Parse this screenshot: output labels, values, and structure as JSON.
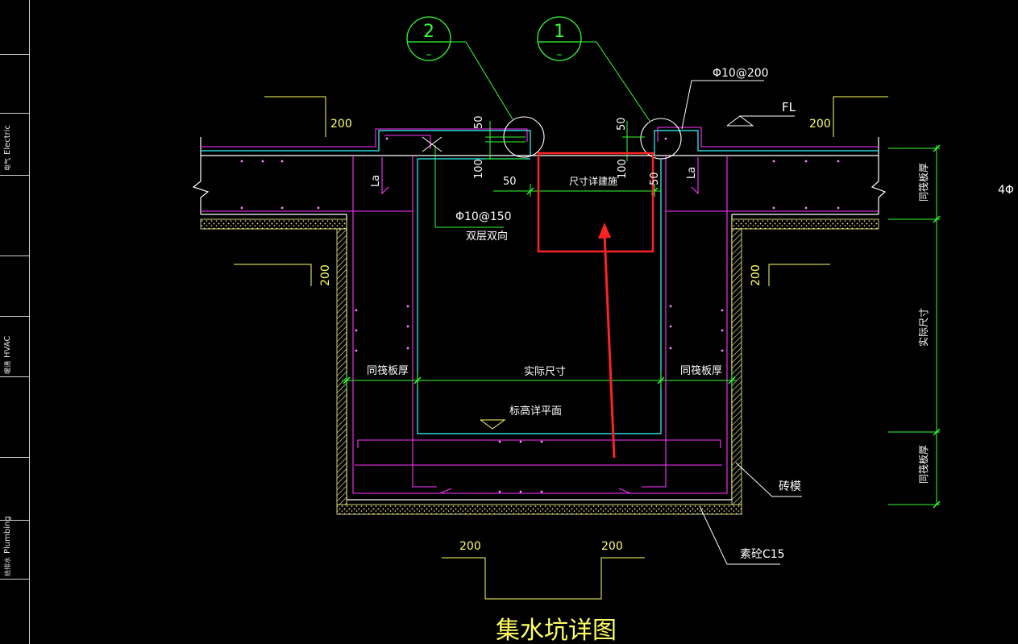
{
  "sidebar": {
    "sections": [
      {
        "zh": "电气",
        "en": "Electric"
      },
      {
        "zh": "暖通",
        "en": "HVAC"
      },
      {
        "zh": "给排水",
        "en": "Plumbing"
      }
    ]
  },
  "detail": {
    "title": "集水坑详图",
    "callout_2": {
      "num": "2",
      "sub": "–"
    },
    "callout_1": {
      "num": "1",
      "sub": "–"
    },
    "rebar_top": "Φ10@200",
    "rebar_slab": "Φ10@150",
    "rebar_slab_note": "双层双向",
    "floor_level": "FL",
    "dim_200_a": "200",
    "dim_200_b": "200",
    "dim_200_c": "200",
    "dim_200_d": "200",
    "dim_200_e": "200",
    "dim_200_f": "200",
    "dim_50_a": "50",
    "dim_50_b": "50",
    "dim_50_c": "50",
    "dim_50_d": "50",
    "dim_100_a": "100",
    "dim_100_b": "100",
    "lap_left": "La",
    "lap_right": "La",
    "size_per_arch": "尺寸详建施",
    "actual_size": "实际尺寸",
    "same_slab_left": "同筏板厚",
    "same_slab_right": "同筏板厚",
    "elevation_note": "标高详平面",
    "brick_mold": "砖模",
    "plain_concrete": "素砼C15",
    "right_dim_top": "同筏板厚",
    "right_dim_mid": "实际尺寸",
    "right_dim_bottom": "同筏板厚",
    "edge_text_right": "4Φ"
  },
  "colors": {
    "background": "#000000",
    "concrete_outline": "#ffffff",
    "rebar": "#ff33ff",
    "dimension": "#33ff33",
    "pit_inner": "#33ffff",
    "text_yellow": "#ffff66",
    "highlight": "#ff2222",
    "hatch": "#ffff99"
  }
}
